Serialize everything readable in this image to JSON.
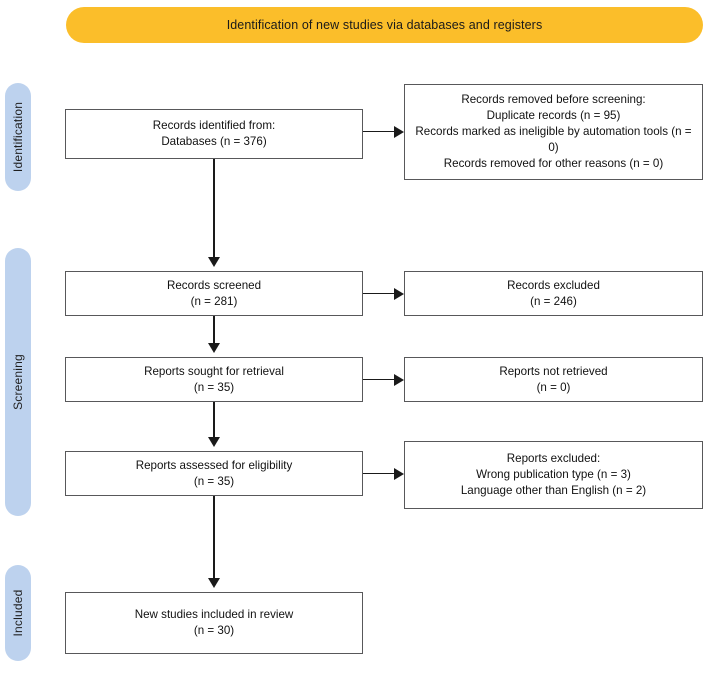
{
  "banner": {
    "title": "Identification of new studies via databases and registers",
    "color": "#fbbe2a"
  },
  "stages": {
    "color": "#bdd2ee",
    "items": [
      {
        "id": "identification",
        "label": "Identification"
      },
      {
        "id": "screening",
        "label": "Screening"
      },
      {
        "id": "included",
        "label": "Included"
      }
    ]
  },
  "boxes": {
    "identified": {
      "text": "Records identified from:\nDatabases (n = 376)",
      "count": 376
    },
    "removed": {
      "text": "Records removed before screening:\nDuplicate records (n = 95)\nRecords marked as ineligible by automation tools (n = 0)\nRecords removed for other reasons (n = 0)",
      "duplicate_records": 95,
      "ineligible_by_automation": 0,
      "other_reasons": 0
    },
    "screened": {
      "text": "Records screened\n(n = 281)",
      "count": 281
    },
    "excluded_records": {
      "text": "Records excluded\n(n = 246)",
      "count": 246
    },
    "sought": {
      "text": "Reports sought for retrieval\n(n = 35)",
      "count": 35
    },
    "not_retrieved": {
      "text": "Reports not retrieved\n(n = 0)",
      "count": 0
    },
    "assessed": {
      "text": "Reports assessed for eligibility\n(n = 35)",
      "count": 35
    },
    "excluded_reports": {
      "text": "Reports excluded:\nWrong publication type (n =  3)\nLanguage other than English (n =  2)",
      "wrong_publication_type": 3,
      "language_other_than_english": 2
    },
    "included": {
      "text": "New studies included in review\n(n = 30)",
      "count": 30
    }
  }
}
